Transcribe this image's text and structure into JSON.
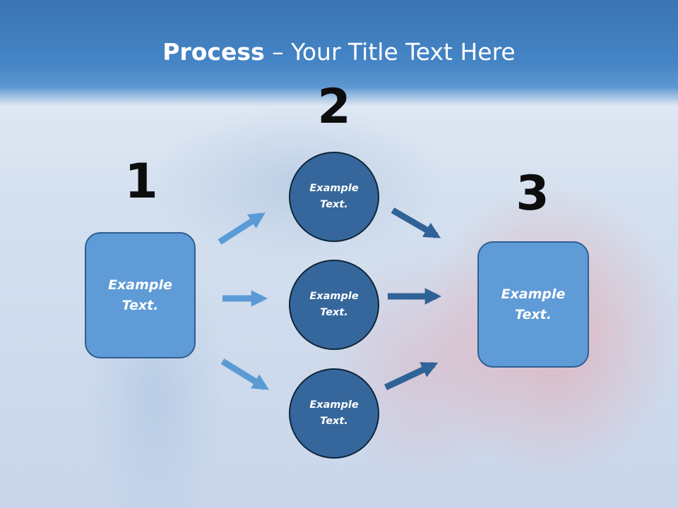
{
  "title": {
    "bold": "Process",
    "rest": " – Your Title Text Here"
  },
  "steps": {
    "one": {
      "number": "1",
      "text": "Example\nText."
    },
    "two": {
      "number": "2",
      "circles": [
        {
          "text": "Example\nText."
        },
        {
          "text": "Example\nText."
        },
        {
          "text": "Example\nText."
        }
      ]
    },
    "three": {
      "number": "3",
      "text": "Example\nText."
    }
  },
  "colors": {
    "title_band": "#4585c6",
    "box_fill": "#5f9bd6",
    "circle_fill": "#36679c",
    "arrow_light": "#5b9bd5",
    "arrow_dark": "#2f6297"
  }
}
